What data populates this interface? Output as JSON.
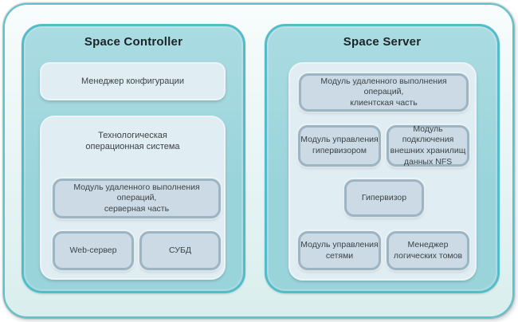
{
  "controller": {
    "title": "Space Controller",
    "config_manager": "Менеджер конфигурации",
    "tech_os_label": "Технологическая\nоперационная система",
    "remote_ops_server": "Модуль удаленного выполнения операций,\nсерверная часть",
    "web_server": "Web-сервер",
    "dbms": "СУБД"
  },
  "server": {
    "title": "Space Server",
    "remote_ops_client": "Модуль удаленного выполнения операций,\nклиентская часть",
    "hypervisor_mgmt": "Модуль управления\nгипервизором",
    "nfs_storage": "Модуль подключения\nвнешних хранилищ\nданных NFS",
    "hypervisor": "Гипервизор",
    "network_mgmt": "Модуль управления\nсетями",
    "volume_manager": "Менеджер\nлогических томов"
  },
  "colors": {
    "outer-border": "#5ec2cb",
    "outer-top": "#f8fcfc",
    "outer-bottom": "#d9eeed",
    "teal-fill": "#9ad4db",
    "teal-border": "#54bcc8",
    "light-fill": "#e0edf2",
    "light-border": "#eef4f6",
    "module-fill": "#cbdae4",
    "module-border": "#9db4c3",
    "title-color": "#1d2327",
    "text-color": "#3c4347"
  }
}
